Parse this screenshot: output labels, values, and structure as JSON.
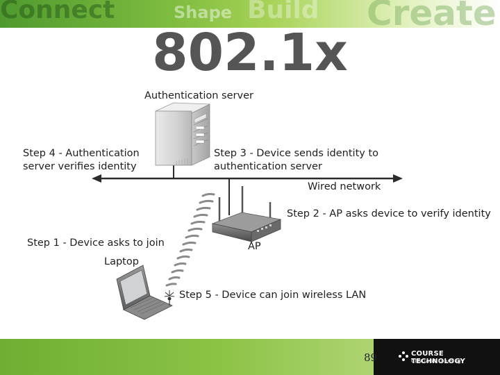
{
  "header": {
    "banner_words": [
      "Connect",
      "Shape",
      "Build",
      "Create"
    ],
    "title": "802.1x"
  },
  "diagram": {
    "labels": {
      "auth_server": "Authentication server",
      "step4_line1": "Step 4 - Authentication",
      "step4_line2": "server verifies identity",
      "step3_line1": "Step 3 - Device sends identity to",
      "step3_line2": "authentication server",
      "wired_network": "Wired network",
      "step2": "Step 2 - AP asks device to verify identity",
      "step1": "Step 1 - Device asks to join",
      "ap": "AP",
      "laptop": "Laptop",
      "step5": "Step 5 - Device can join wireless LAN"
    },
    "icons": [
      "server-icon",
      "access-point-icon",
      "laptop-icon",
      "wireless-signal-icon"
    ]
  },
  "footer": {
    "page_number": "89",
    "logo_main": "COURSE TECHNOLOGY",
    "logo_sub": "CENGAGE Learning"
  },
  "colors": {
    "banner_green": "#7fbd3f",
    "footer_green": "#8cc447",
    "title_gray": "#555555",
    "logo_box": "#111111"
  }
}
